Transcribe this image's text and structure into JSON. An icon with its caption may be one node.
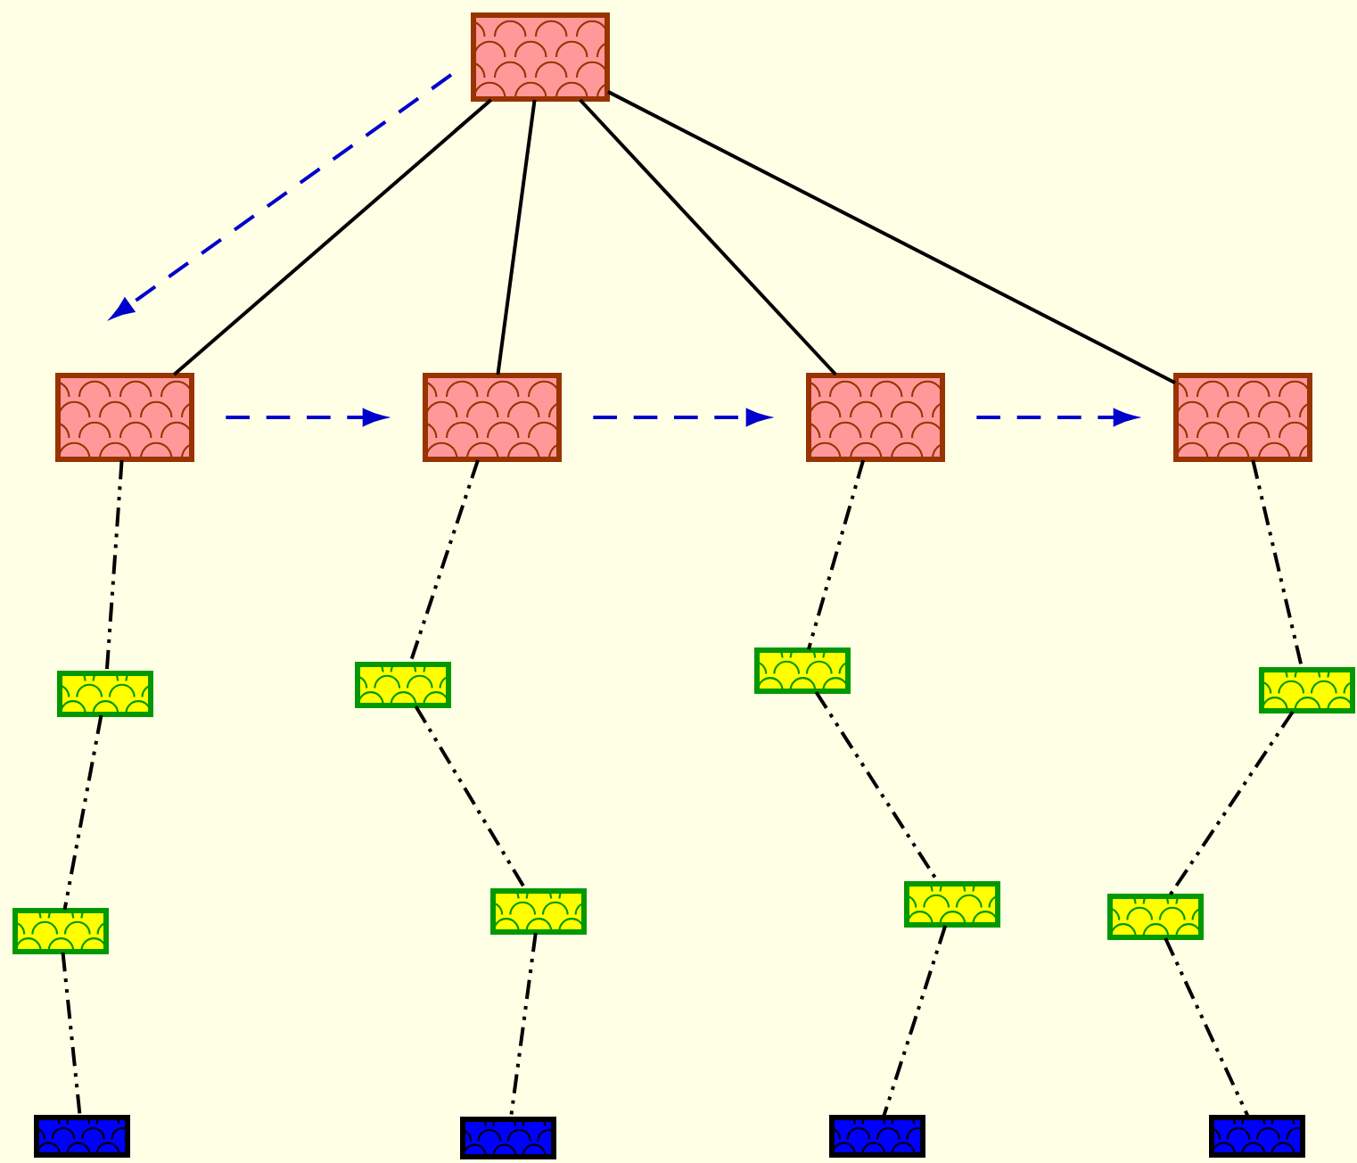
{
  "diagram": {
    "nodes": [
      {
        "text": [],
        "shape": "box"
      },
      {
        "text": [],
        "shape": "box"
      },
      {
        "text": [],
        "shape": "box"
      },
      {
        "text": [],
        "shape": "box"
      },
      {
        "text": [],
        "shape": "box"
      },
      {
        "text": [],
        "shape": "box"
      },
      {
        "text": [],
        "shape": "box"
      },
      {
        "text": [],
        "shape": "box"
      },
      {
        "text": [],
        "shape": "box"
      },
      {
        "text": [],
        "shape": "box"
      },
      {
        "text": [],
        "shape": "box"
      },
      {
        "text": [],
        "shape": "box"
      },
      {
        "text": [],
        "shape": "box"
      },
      {
        "text": [],
        "shape": "box"
      },
      {
        "text": [],
        "shape": "box"
      },
      {
        "text": [],
        "shape": "box"
      },
      {
        "text": [],
        "shape": "box"
      }
    ],
    "edges": [
      {
        "from": 0,
        "to": 1,
        "arrow": "none"
      },
      {
        "from": 0,
        "to": 2,
        "arrow": "none"
      },
      {
        "from": 0,
        "to": 3,
        "arrow": "none"
      },
      {
        "from": 0,
        "to": 4,
        "arrow": "none"
      },
      {
        "from": 0,
        "to": 1,
        "arrow": "to",
        "style": "dashed",
        "color": "#0000cc"
      },
      {
        "from": 1,
        "to": 2,
        "arrow": "to",
        "style": "dashed",
        "color": "#0000cc"
      },
      {
        "from": 2,
        "to": 3,
        "arrow": "to",
        "style": "dashed",
        "color": "#0000cc"
      },
      {
        "from": 3,
        "to": 4,
        "arrow": "to",
        "style": "dashed",
        "color": "#0000cc"
      },
      {
        "from": 1,
        "to": 5,
        "arrow": "none",
        "style": "dashed"
      },
      {
        "from": 5,
        "to": 6,
        "arrow": "none",
        "style": "dashed"
      },
      {
        "from": 6,
        "to": 13,
        "arrow": "none",
        "style": "dashed"
      },
      {
        "from": 2,
        "to": 7,
        "arrow": "none",
        "style": "dashed"
      },
      {
        "from": 7,
        "to": 8,
        "arrow": "none",
        "style": "dashed"
      },
      {
        "from": 8,
        "to": 14,
        "arrow": "none",
        "style": "dashed"
      },
      {
        "from": 3,
        "to": 9,
        "arrow": "none",
        "style": "dashed"
      },
      {
        "from": 9,
        "to": 10,
        "arrow": "none",
        "style": "dashed"
      },
      {
        "from": 10,
        "to": 15,
        "arrow": "none",
        "style": "dashed"
      },
      {
        "from": 4,
        "to": 11,
        "arrow": "none",
        "style": "dashed"
      },
      {
        "from": 11,
        "to": 12,
        "arrow": "none",
        "style": "dashed"
      },
      {
        "from": 12,
        "to": 16,
        "arrow": "none",
        "style": "dashed"
      }
    ]
  }
}
